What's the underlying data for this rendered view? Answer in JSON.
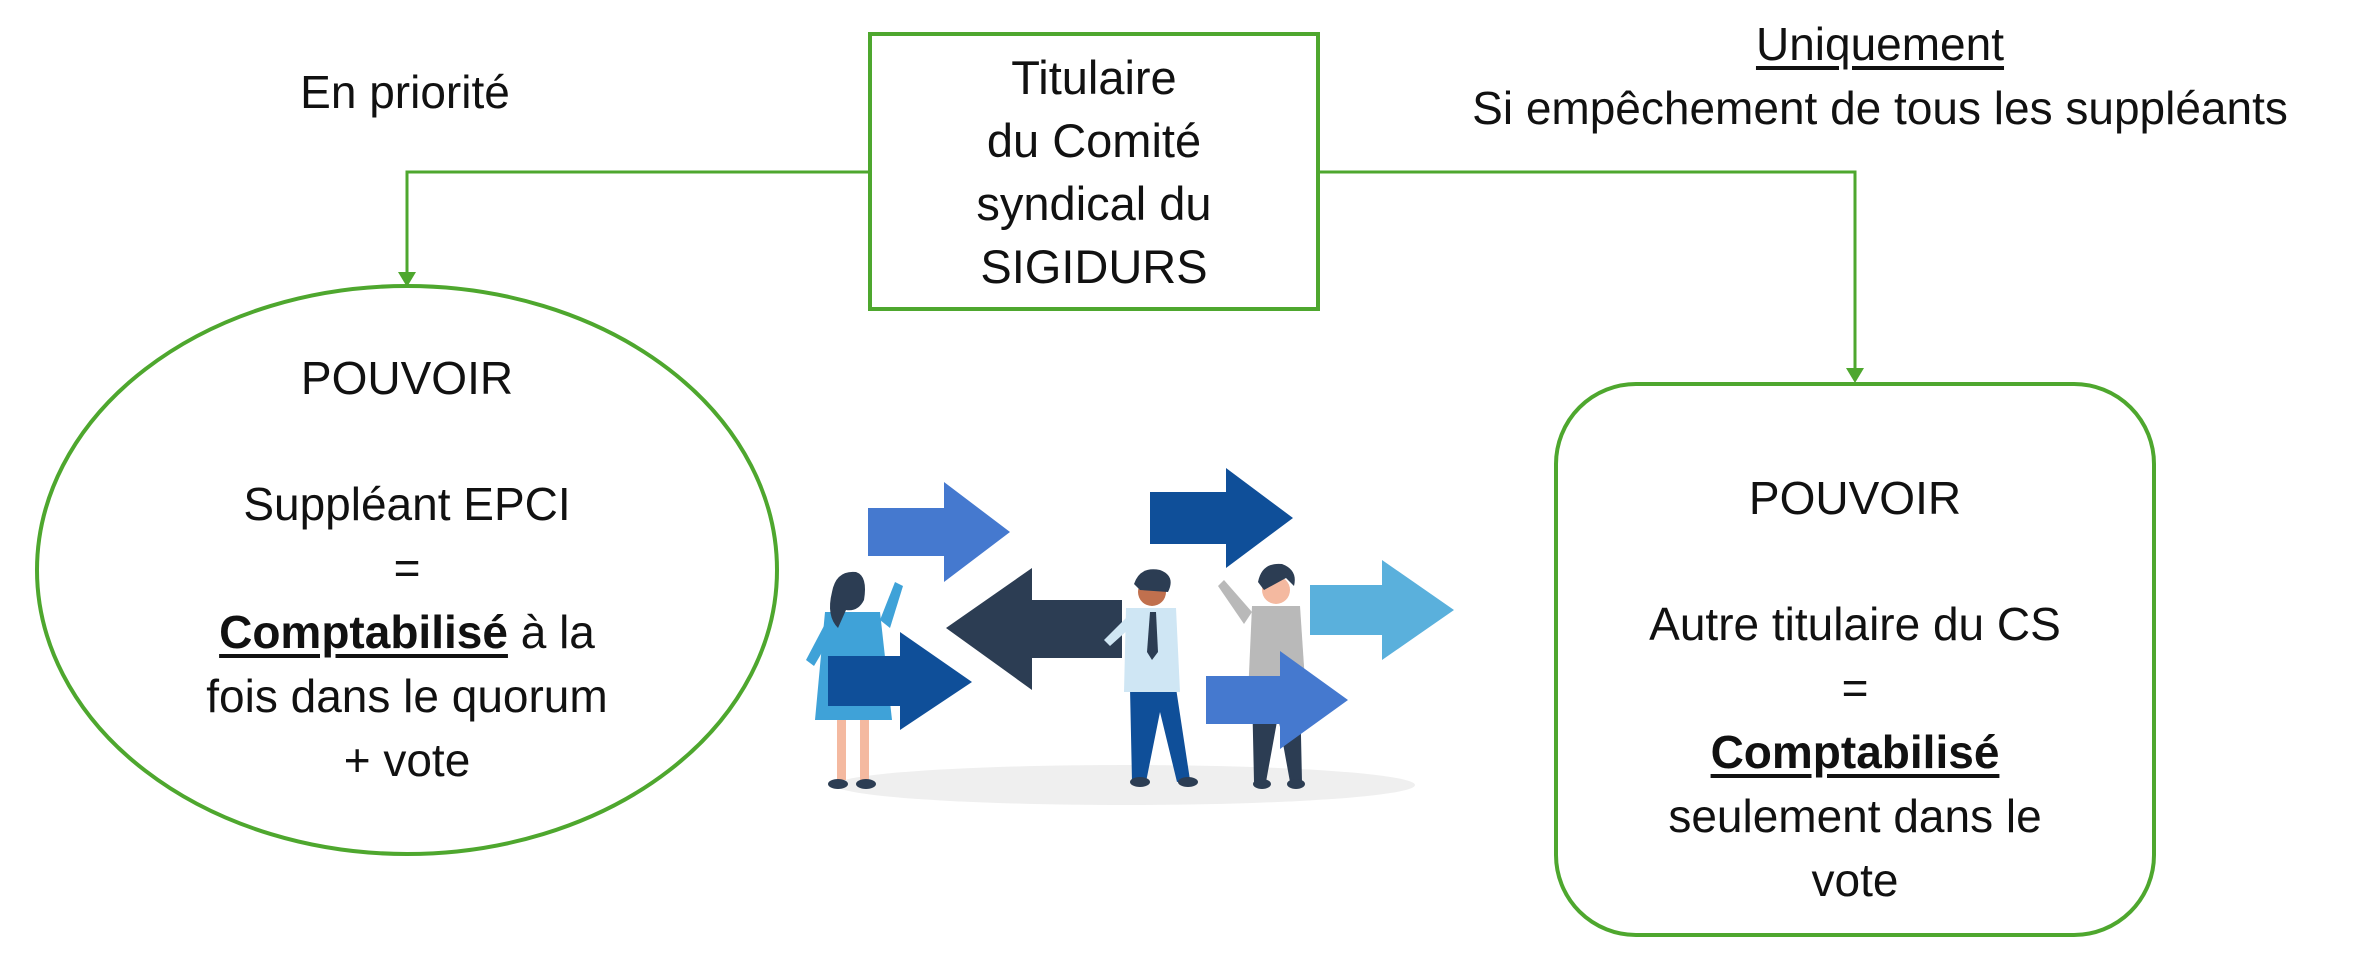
{
  "top_left_label": "En priorité",
  "top_right_label": {
    "line1": "Uniquement",
    "line2": "Si empêchement de tous les suppléants"
  },
  "center_box": {
    "lines": [
      "Titulaire",
      "du Comité",
      "syndical du",
      "SIGIDURS"
    ]
  },
  "left_ellipse": {
    "title": "POUVOIR",
    "line1": "Suppléant EPCI",
    "equals": "=",
    "bold": "Comptabilisé",
    "after_bold": " à la",
    "line3": "fois dans le quorum",
    "line4": "+ vote"
  },
  "right_box": {
    "title": "POUVOIR",
    "line1": "Autre titulaire du CS",
    "equals": "=",
    "bold": "Comptabilisé",
    "line3": "seulement dans le",
    "line4": "vote"
  },
  "colors": {
    "green": "#4ea72e",
    "arrow_blue_mid": "#4579cf",
    "arrow_blue_dark": "#0f4f99",
    "arrow_navy": "#2c3d53",
    "arrow_light": "#5ab0dc"
  }
}
